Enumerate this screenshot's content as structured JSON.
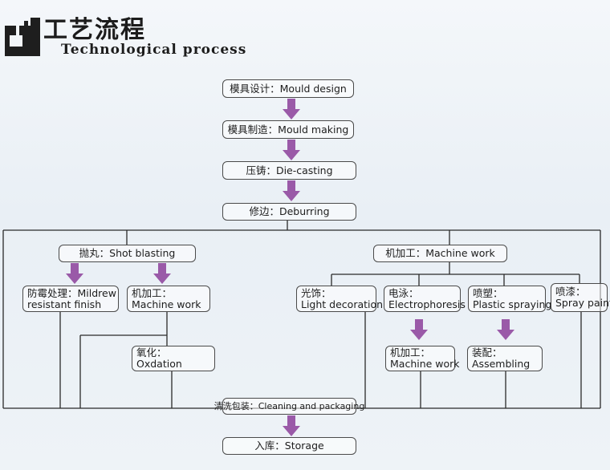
{
  "header": {
    "title_cn": "工艺流程",
    "title_en": "Technological process"
  },
  "colors": {
    "arrow": "#9a5aa8",
    "line": "#2a2a2a"
  },
  "steps": {
    "mould_design": "模具设计：Mould design",
    "mould_making": "模具制造：Mould making",
    "die_casting": "压铸：Die-casting",
    "deburring": "修边：Deburring",
    "shot_blasting": "抛丸：Shot blasting",
    "machine_work_main": "机加工：Machine work",
    "mildew_1": "防霉处理：Mildrew",
    "mildew_2": "resistant finish",
    "machine_work_a_1": "机加工：",
    "machine_work_a_2": "Machine work",
    "oxidation_1": "氧化：",
    "oxidation_2": "Oxdation",
    "light_1": "光饰：",
    "light_2": "Light decoration",
    "electro_1": "电泳：",
    "electro_2": "Electrophoresis",
    "plastic_1": "喷塑：",
    "plastic_2": "Plastic spraying",
    "spray_1": "喷漆：",
    "spray_2": "Spray paint",
    "machine_work_b_1": "机加工：",
    "machine_work_b_2": "Machine work",
    "assembling_1": "装配：",
    "assembling_2": "Assembling",
    "cleaning": "清洗包装：Cleaning and packaging",
    "storage": "入库：Storage"
  }
}
